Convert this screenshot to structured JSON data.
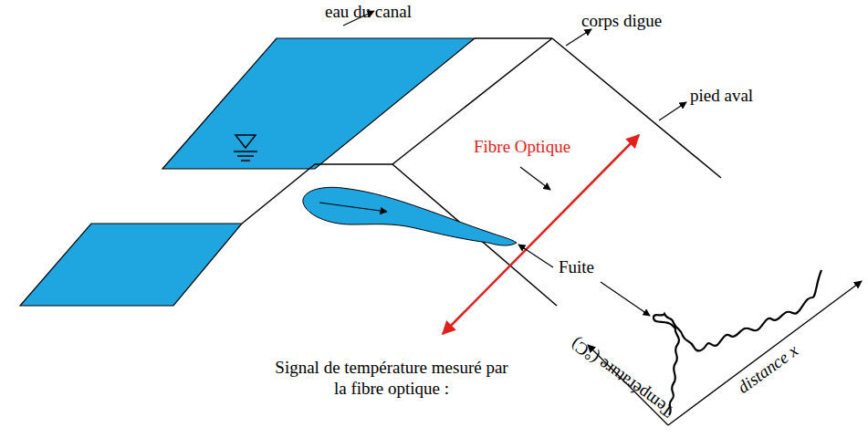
{
  "diagram": {
    "labels": [
      "eau du canal",
      "corps digue",
      "pied aval",
      "Fibre Optique",
      "Fuite",
      "Signal de température mesuré par la fibre optique :",
      "Température (°C)",
      "distance x"
    ]
  }
}
